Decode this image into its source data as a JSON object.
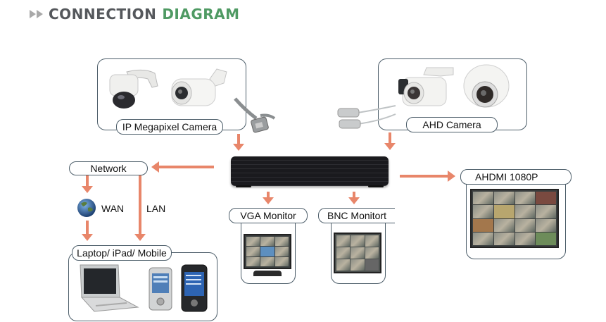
{
  "header": {
    "title_part1": "CONNECTION",
    "title_part2": "DIAGRAM",
    "title_icon": "double-play-arrow-icon",
    "accent_color": "#4f9a63",
    "title_color": "#55585c"
  },
  "diagram": {
    "arrow_color": "#e8866a",
    "border_color": "#4d5e6a",
    "nodes": {
      "ip_camera": {
        "label": "IP Megapixel Camera",
        "icons": [
          "ptz-dome-camera-icon",
          "bullet-camera-icon",
          "ethernet-cable-icon"
        ]
      },
      "ahd_camera": {
        "label": "AHD Camera",
        "icons": [
          "bnc-cable-icon",
          "bullet-camera-icon",
          "dome-camera-icon"
        ]
      },
      "dvr": {
        "label": "",
        "icon": "dvr-recorder-icon"
      },
      "network": {
        "label": "Network"
      },
      "wan": {
        "label": "WAN",
        "icon": "globe-icon"
      },
      "lan": {
        "label": "LAN"
      },
      "clients": {
        "label": "Laptop/ iPad/ Mobile",
        "icons": [
          "laptop-icon",
          "smartphone-icon",
          "pda-icon"
        ]
      },
      "vga_monitor": {
        "label": "VGA Monitor",
        "icon": "vga-monitor-icon"
      },
      "bnc_monitor": {
        "label": "BNC Monitort",
        "icon": "bnc-monitor-icon"
      },
      "hdmi": {
        "label": "AHDMI 1080P",
        "icon": "hdmi-monitor-icon"
      }
    },
    "edges": [
      {
        "from": "ip_camera",
        "to": "dvr"
      },
      {
        "from": "ahd_camera",
        "to": "dvr"
      },
      {
        "from": "dvr",
        "to": "network"
      },
      {
        "from": "dvr",
        "to": "hdmi"
      },
      {
        "from": "dvr",
        "to": "vga_monitor"
      },
      {
        "from": "dvr",
        "to": "bnc_monitor"
      },
      {
        "from": "network",
        "to": "wan"
      },
      {
        "from": "wan",
        "to": "clients"
      },
      {
        "from": "network",
        "to": "clients",
        "label": "LAN"
      }
    ]
  }
}
